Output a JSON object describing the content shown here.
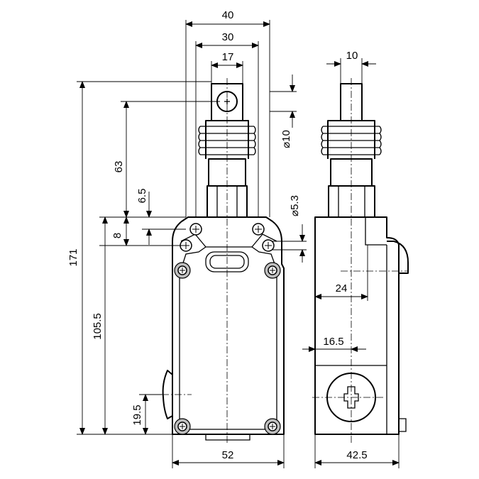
{
  "dimensions": {
    "front_width_top": "40",
    "front_width_mid": "30",
    "roller_width": "17",
    "total_height": "171",
    "roller_to_body": "63",
    "step_height": "6.5",
    "hole_offset": "8",
    "body_height": "105.5",
    "gland_offset": "19.5",
    "body_width": "52",
    "roller_dia_side": "10",
    "roller_dia_label": "10",
    "hole_dia_label": "5.3",
    "side_offset": "24",
    "terminal_offset": "16.5",
    "side_depth": "42.5"
  },
  "symbols": {
    "diameter": "⌀"
  }
}
